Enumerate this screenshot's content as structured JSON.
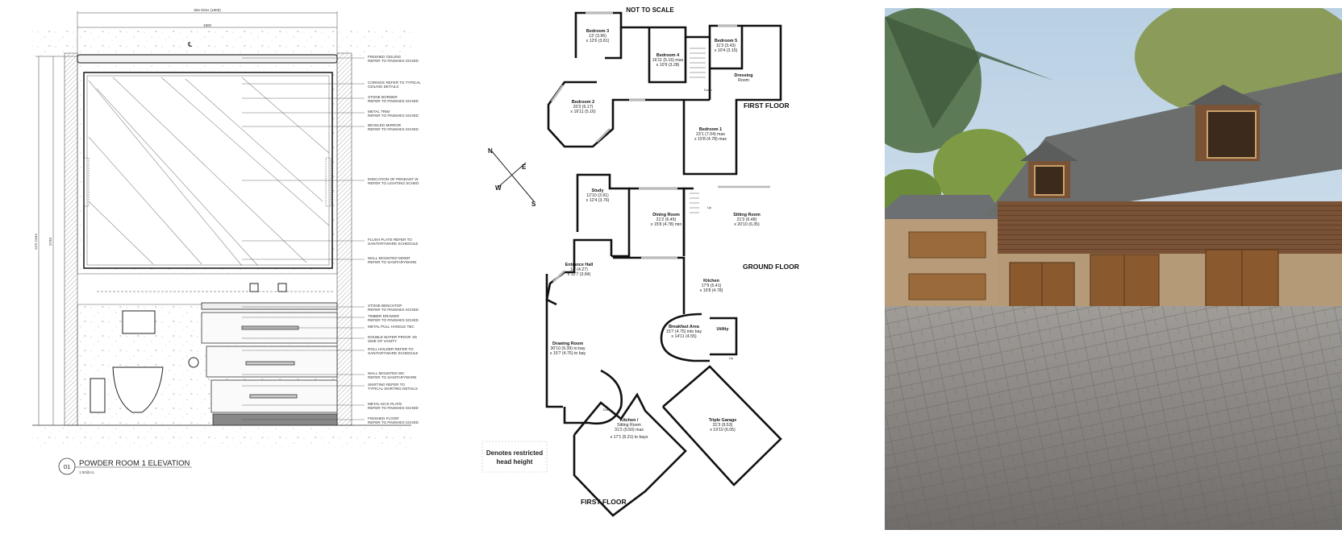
{
  "elevation": {
    "site_dims": "Site Dims (1900)",
    "width_dim": "1900",
    "height_dim": "2733",
    "vertical_label": "SITE DIMS",
    "centerline_symbol": "℄",
    "title_number": "01",
    "title": "POWDER ROOM 1 ELEVATION",
    "scale": "1:50@A1",
    "annotations": [
      {
        "l1": "FINISHED CEILING",
        "l2": "REFER TO FINISHES SCHED"
      },
      {
        "l1": "CORNICE REFER TO TYPICAL",
        "l2": "CEILING DETAILS"
      },
      {
        "l1": "STONE BORDER",
        "l2": "REFER TO FINISHES SCHED"
      },
      {
        "l1": "METAL TRIM",
        "l2": "REFER TO FINISHES SCHED"
      },
      {
        "l1": "BEVELED MIRROR",
        "l2": "REFER TO FINISHES SCHED"
      },
      {
        "l1": "INDICATION OF PENDANT W",
        "l2": "REFER TO LIGHTING SCHED"
      },
      {
        "l1": "FLUSH PLATE REFER TO",
        "l2": "SANITARYWARE SCHEDULE"
      },
      {
        "l1": "WALL MOUNTED MIXER",
        "l2": "REFER TO SANITARYWARE"
      },
      {
        "l1": "STONE BENCHTOP",
        "l2": "REFER TO FINISHES SCHED"
      },
      {
        "l1": "TIMBER DRAWER",
        "l2": "REFER TO FINISHES SCHED"
      },
      {
        "l1": "METAL PULL HANDLE TBC",
        "l2": ""
      },
      {
        "l1": "DOUBLE WATER PROOF 3G",
        "l2": "SIDE OF VANITY"
      },
      {
        "l1": "ROLL HOLDER REFER TO",
        "l2": "SANITARYWARE SCHEDULE"
      },
      {
        "l1": "WALL MOUNTED WC",
        "l2": "REFER TO SANITARYWARE"
      },
      {
        "l1": "SKIRTING REFER TO",
        "l2": "TYPICAL SKIRTING DETAILS"
      },
      {
        "l1": "METAL KICK PLATE",
        "l2": "REFER TO FINISHES SCHED"
      },
      {
        "l1": "FINISHED FLOOR",
        "l2": "REFER TO FINISHES SCHED"
      }
    ]
  },
  "floorplan": {
    "not_to_scale": "NOT TO SCALE",
    "first_floor_label": "FIRST FLOOR",
    "ground_floor_label": "GROUND FLOOR",
    "bottom_floor_label": "FIRST FLOOR",
    "legend": {
      "l1": "Denotes restricted",
      "l2": "head height"
    },
    "compass": {
      "n": "N",
      "e": "E",
      "s": "S",
      "w": "W"
    },
    "stair_labels": {
      "down1": "Down",
      "up1": "Up",
      "up2": "Up",
      "down2": "Down"
    },
    "rooms": [
      {
        "name": "Bedroom 3",
        "d1": "13' (3.96)",
        "d2": "x 12'6 (3.81)"
      },
      {
        "name": "Bedroom 4",
        "d1": "16'11 (5.16) max",
        "d2": "x 10'9 (3.28)"
      },
      {
        "name": "Bedroom 5",
        "d1": "11'3 (3.43)",
        "d2": "x 10'4 (3.15)"
      },
      {
        "name": "Dressing",
        "d1": "Room",
        "d2": ""
      },
      {
        "name": "Bedroom 2",
        "d1": "20'3 (6.17)",
        "d2": "x 16'11 (5.16)"
      },
      {
        "name": "Bedroom 1",
        "d1": "23'1 (7.04) max",
        "d2": "x 15'8 (4.78) max"
      },
      {
        "name": "Study",
        "d1": "12'10 (3.91)",
        "d2": "x 12'4 (3.76)"
      },
      {
        "name": "Dining Room",
        "d1": "21'2 (6.45)",
        "d2": "x 15'8 (4.78) min"
      },
      {
        "name": "Sitting Room",
        "d1": "21'3 (6.48)",
        "d2": "x 20'10 (6.35)"
      },
      {
        "name": "Entrance Hall",
        "d1": "14' (4.27)",
        "d2": "x 12'7 (3.84)"
      },
      {
        "name": "Kitchen",
        "d1": "17'9 (5.41)",
        "d2": "x 15'8 (4.78)"
      },
      {
        "name": "Breakfast Area",
        "d1": "15'7 (4.75) into bay",
        "d2": "x 14'11 (4.55)"
      },
      {
        "name": "Utility",
        "d1": "",
        "d2": ""
      },
      {
        "name": "Drawing Room",
        "d1": "30'10 (9.39) to bay",
        "d2": "x 15'7 (4.75) to bay"
      },
      {
        "name": "Triple Garage",
        "d1": "31'3 (9.53)",
        "d2": "x 19'10 (6.05)"
      },
      {
        "name": "Kitchen /",
        "d1": "Sitting Room",
        "d2": "31'2 (9.50) max"
      },
      {
        "name": "",
        "d1": "x 17'1 (5.21) to bays",
        "d2": ""
      }
    ]
  },
  "photo": {
    "colors": {
      "sky": "#c9dbe8",
      "roof": "#6b6e6c",
      "cladding": "#7a5236",
      "door": "#8a5a2e",
      "brick": "#b59a78",
      "paving": "#8d8b88",
      "foliage": "#5d7a3a"
    }
  }
}
